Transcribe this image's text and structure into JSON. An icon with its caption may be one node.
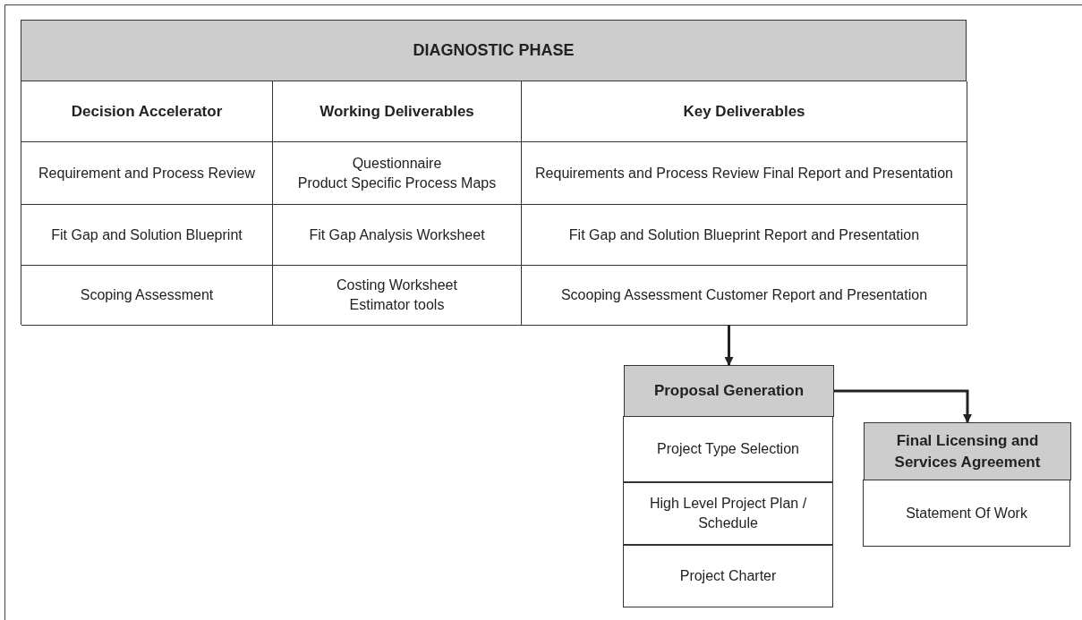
{
  "diagram": {
    "nodes": [
      {
        "text": [
          "DIAGNOSTIC PHASE"
        ]
      },
      {
        "text": [
          "Decision Accelerator"
        ],
        "in": 0
      },
      {
        "text": [
          "Working Deliverables"
        ],
        "in": 0
      },
      {
        "text": [
          "Key Deliverables"
        ],
        "in": 0
      },
      {
        "text": [
          "Requirement and Process Review"
        ],
        "in": 0
      },
      {
        "text": [
          "Questionnaire",
          "Product Specific Process Maps"
        ],
        "in": 0
      },
      {
        "text": [
          "Requirements and Process Review Final Report and Presentation"
        ],
        "in": 0
      },
      {
        "text": [
          "Fit Gap and Solution Blueprint"
        ],
        "in": 0
      },
      {
        "text": [
          "Fit Gap Analysis Worksheet"
        ],
        "in": 0
      },
      {
        "text": [
          "Fit Gap and Solution Blueprint Report and Presentation"
        ],
        "in": 0
      },
      {
        "text": [
          "Scoping Assessment"
        ],
        "in": 0
      },
      {
        "text": [
          "Costing Worksheet",
          "Estimator tools"
        ],
        "in": 0
      },
      {
        "text": [
          "Scooping Assessment Customer Report and Presentation"
        ],
        "in": 0
      },
      {
        "text": [
          "Proposal Generation"
        ]
      },
      {
        "text": [
          "Project Type Selection"
        ]
      },
      {
        "text": [
          "High Level Project Plan / Schedule"
        ]
      },
      {
        "text": [
          "Project Charter"
        ]
      },
      {
        "text": [
          "Final Licensing and Services Agreement"
        ]
      },
      {
        "text": [
          "Statement Of Work"
        ]
      }
    ],
    "edges": [
      {
        "from": 12,
        "to": 13,
        "arrow": "to"
      },
      {
        "from": 13,
        "to": 17,
        "arrow": "to"
      }
    ]
  }
}
